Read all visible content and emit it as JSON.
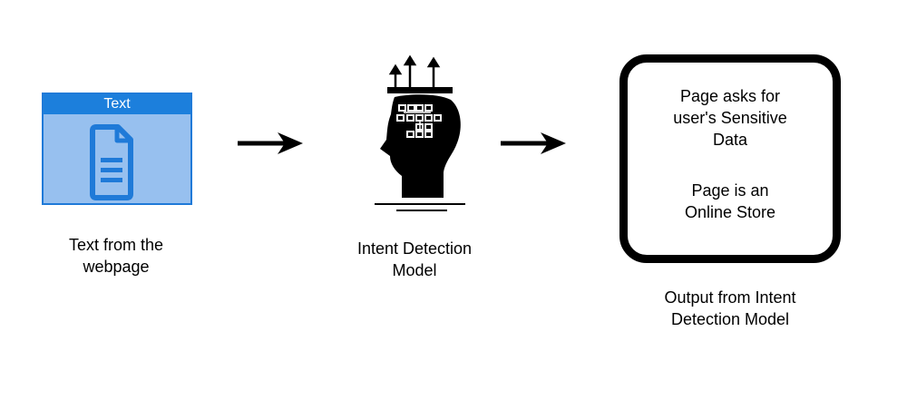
{
  "text_card": {
    "header": "Text"
  },
  "captions": {
    "text_source": "Text from the\nwebpage",
    "model": "Intent Detection\nModel",
    "output": "Output from Intent\nDetection Model"
  },
  "output_box": {
    "results": [
      "Page asks for\nuser's Sensitive\nData",
      "Page is an\nOnline Store"
    ]
  },
  "icons": {
    "document": "document-icon",
    "arrow": "arrow-right-icon",
    "model": "head-network-icon"
  },
  "colors": {
    "card_fill": "#97c0ef",
    "card_header": "#1c7fdc",
    "card_border": "#1f7ad8",
    "foreground": "#000000"
  }
}
